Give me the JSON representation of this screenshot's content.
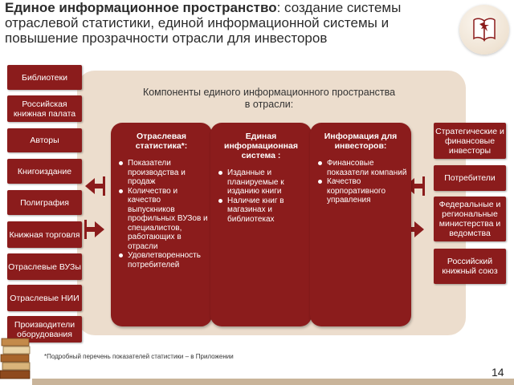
{
  "title": {
    "bold": "Единое информационное пространство",
    "rest": ": создание системы отраслевой статистики, единой информационной системы и повышение прозрачности отрасли для инвесторов"
  },
  "panel_heading": "Компоненты единого информационного пространства в отрасли:",
  "left_items": [
    "Библиотеки",
    "Российская книжная палата",
    "Авторы",
    "Книгоиздание",
    "Полиграфия",
    "Книжная торговля",
    "Отраслевые ВУЗы",
    "Отраслевые НИИ",
    "Производители оборудования"
  ],
  "columns": [
    {
      "title": "Отраслевая статистика*:",
      "bullets": [
        "Показатели производства и продаж",
        "Количество и качество выпускников профильных ВУЗов и специалистов, работающих в отрасли",
        "Удовлетворенность потребителей"
      ]
    },
    {
      "title": "Единая информационная система :",
      "bullets": [
        "Изданные и планируемые к изданию книги",
        "Наличие книг в магазинах и библиотеках"
      ]
    },
    {
      "title": "Информация для инвесторов:",
      "bullets": [
        "Финансовые показатели компаний",
        "Качество корпоративного управления"
      ]
    }
  ],
  "right_items": [
    "Стратегические и финансовые инвесторы",
    "Потребители",
    "Федеральные и региональные министерства и ведомства",
    "Российский книжный союз"
  ],
  "footnote": "*Подробный перечень показателей статистики – в Приложении",
  "page_number": "14",
  "colors": {
    "accent": "#8b1c1c",
    "panel": "#ecddcd",
    "arrow": "#8b1c1c"
  }
}
